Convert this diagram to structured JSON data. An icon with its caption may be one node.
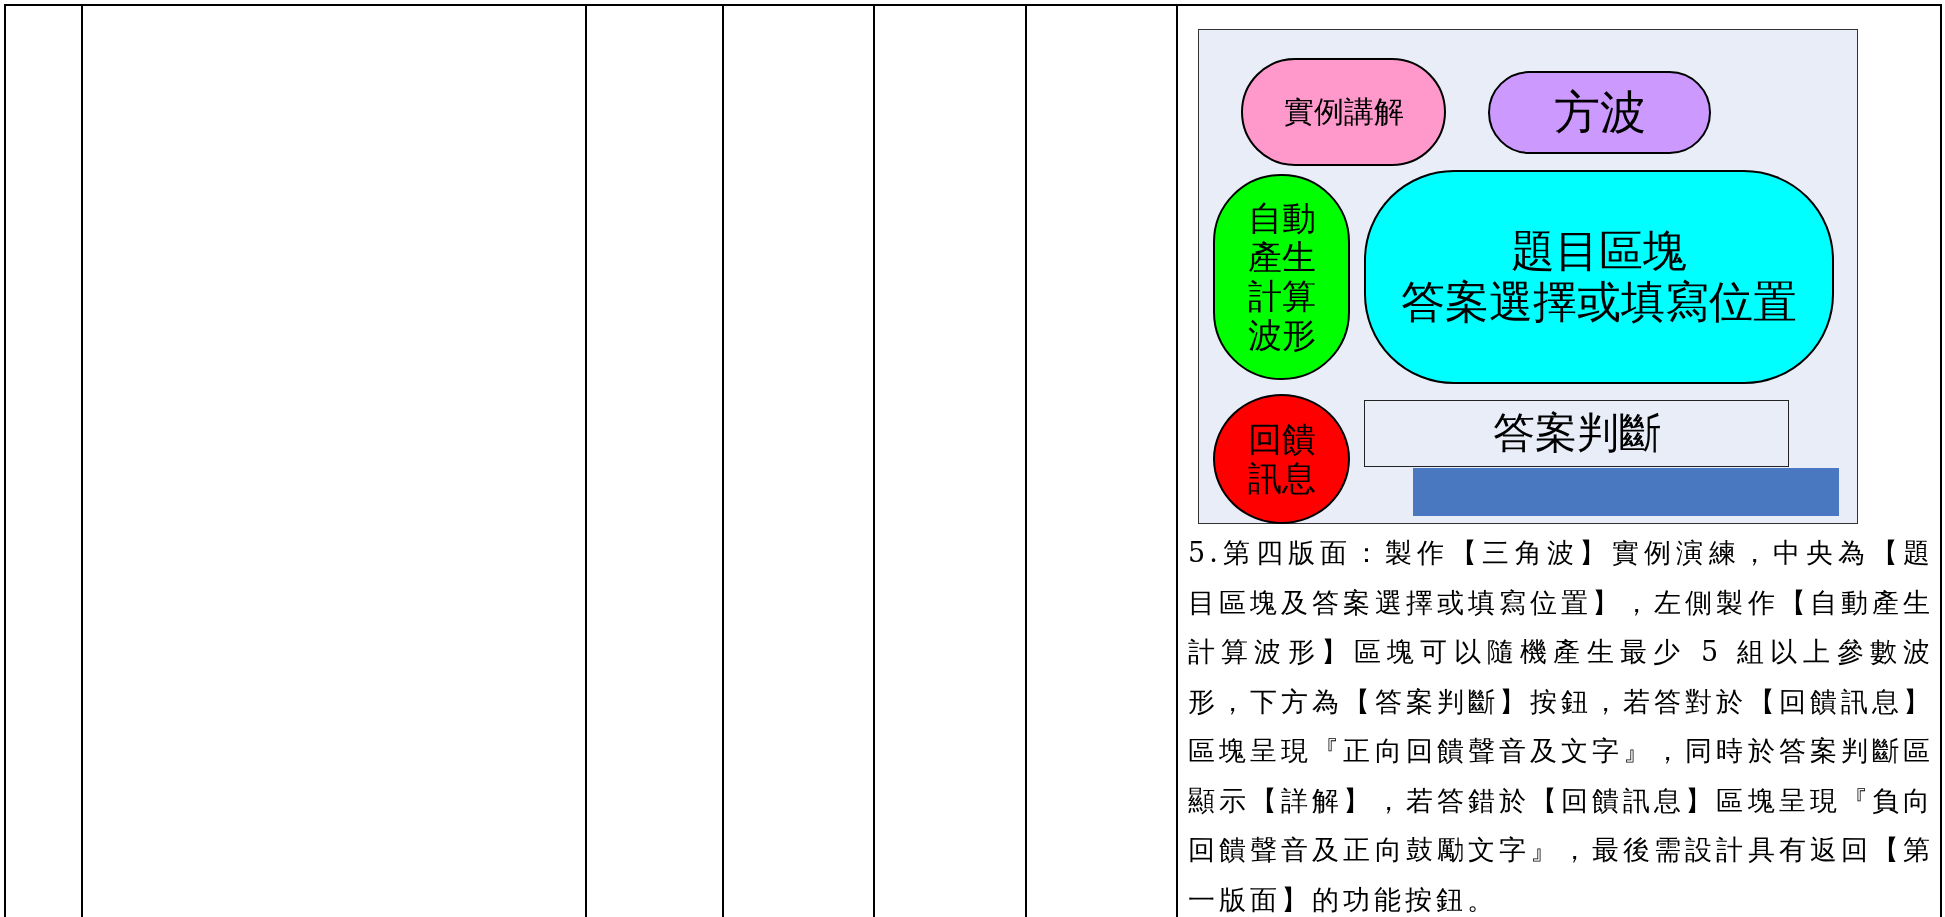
{
  "diagram": {
    "nodes": [
      {
        "text": [],
        "shape": "box"
      },
      {
        "text": [
          "實例講解"
        ],
        "in": 0
      },
      {
        "text": [
          "方波"
        ],
        "in": 0
      },
      {
        "text": [
          "自動產生計算波形"
        ],
        "in": 0
      },
      {
        "text": [
          "題目區塊",
          "答案選擇或填寫位置"
        ],
        "in": 0
      },
      {
        "text": [
          "回饋訊息"
        ],
        "in": 0
      },
      {
        "text": [
          "答案判斷"
        ],
        "in": 0
      },
      {
        "text": [],
        "shape": "box",
        "in": 0
      }
    ],
    "edges": [],
    "labels": [
      "5.第四版面：製作【三角波】實例演練，中央為【題目區塊及答案選擇或填寫位置】，左側製作【自動產生計算波形】區塊可以隨機產生最少 5 組以上參數波形，下方為【答案判斷】按鈕，若答對於【回饋訊息】區塊呈現『正向回饋聲音及文字』，同時於答案判斷區顯示【詳解】，若答錯於【回饋訊息】區塊呈現『負向回饋聲音及正向鼓勵文字』，最後需設計具有返回【第一版面】的功能按鈕。"
    ]
  }
}
